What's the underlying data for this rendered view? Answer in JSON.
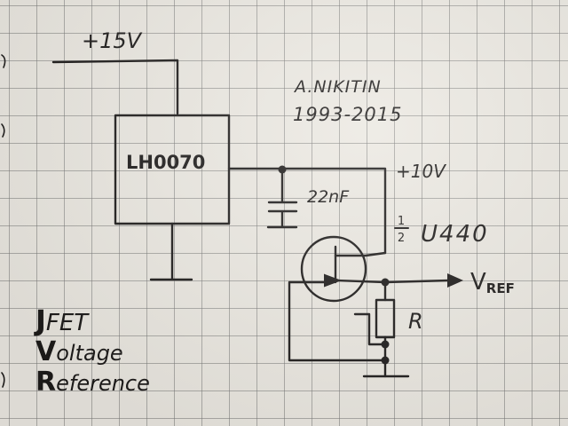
{
  "supply_label": "+15V",
  "author": "A.NIKITIN",
  "years": "1993-2015",
  "ic_label": "LH0070",
  "output_rail_label": "+10V",
  "capacitor_label": "22nF",
  "jfet_fraction_num": "1",
  "jfet_fraction_den": "2",
  "jfet_part": "U440",
  "vref_main": "V",
  "vref_sub": "REF",
  "resistor_label": "R",
  "title_lines": [
    {
      "initial": "J",
      "rest": "FET"
    },
    {
      "initial": "V",
      "rest": "oltage"
    },
    {
      "initial": "R",
      "rest": "eference"
    }
  ],
  "colors": {
    "ink": "#1d1b1a",
    "paper": "#ebe8e1",
    "grid": "#8a8a8a"
  }
}
